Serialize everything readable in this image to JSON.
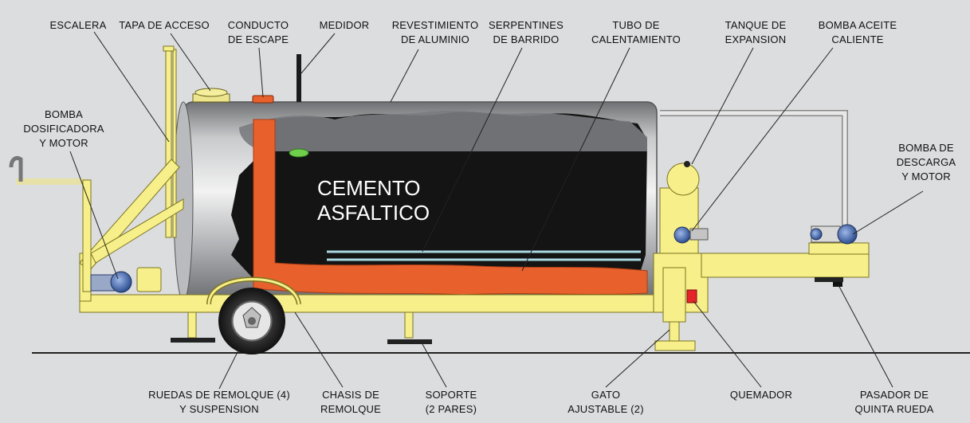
{
  "diagram": {
    "tank_text": [
      "CEMENTO",
      "ASFALTICO"
    ],
    "labels": {
      "escalera": [
        "ESCALERA"
      ],
      "tapa": [
        "TAPA DE ACCESO"
      ],
      "conducto": [
        "CONDUCTO",
        "DE ESCAPE"
      ],
      "medidor": [
        "MEDIDOR"
      ],
      "revestimiento": [
        "REVESTIMIENTO",
        "DE ALUMINIO"
      ],
      "serpentines": [
        "SERPENTINES",
        "DE BARRIDO"
      ],
      "tubo": [
        "TUBO DE",
        "CALENTAMIENTO"
      ],
      "tanque": [
        "TANQUE DE",
        "EXPANSION"
      ],
      "bomba_aceite": [
        "BOMBA ACEITE",
        "CALIENTE"
      ],
      "bomba_dosificadora": [
        "BOMBA",
        "DOSIFICADORA",
        "Y MOTOR"
      ],
      "bomba_descarga": [
        "BOMBA DE",
        "DESCARGA",
        "Y MOTOR"
      ],
      "ruedas": [
        "RUEDAS DE REMOLQUE (4)",
        "Y SUSPENSION"
      ],
      "chasis": [
        "CHASIS DE",
        "REMOLQUE"
      ],
      "soporte": [
        "SOPORTE",
        "(2 PARES)"
      ],
      "gato": [
        "GATO",
        "AJUSTABLE (2)"
      ],
      "quemador": [
        "QUEMADOR"
      ],
      "pasador": [
        "PASADOR DE",
        "QUINTA RUEDA"
      ]
    }
  }
}
